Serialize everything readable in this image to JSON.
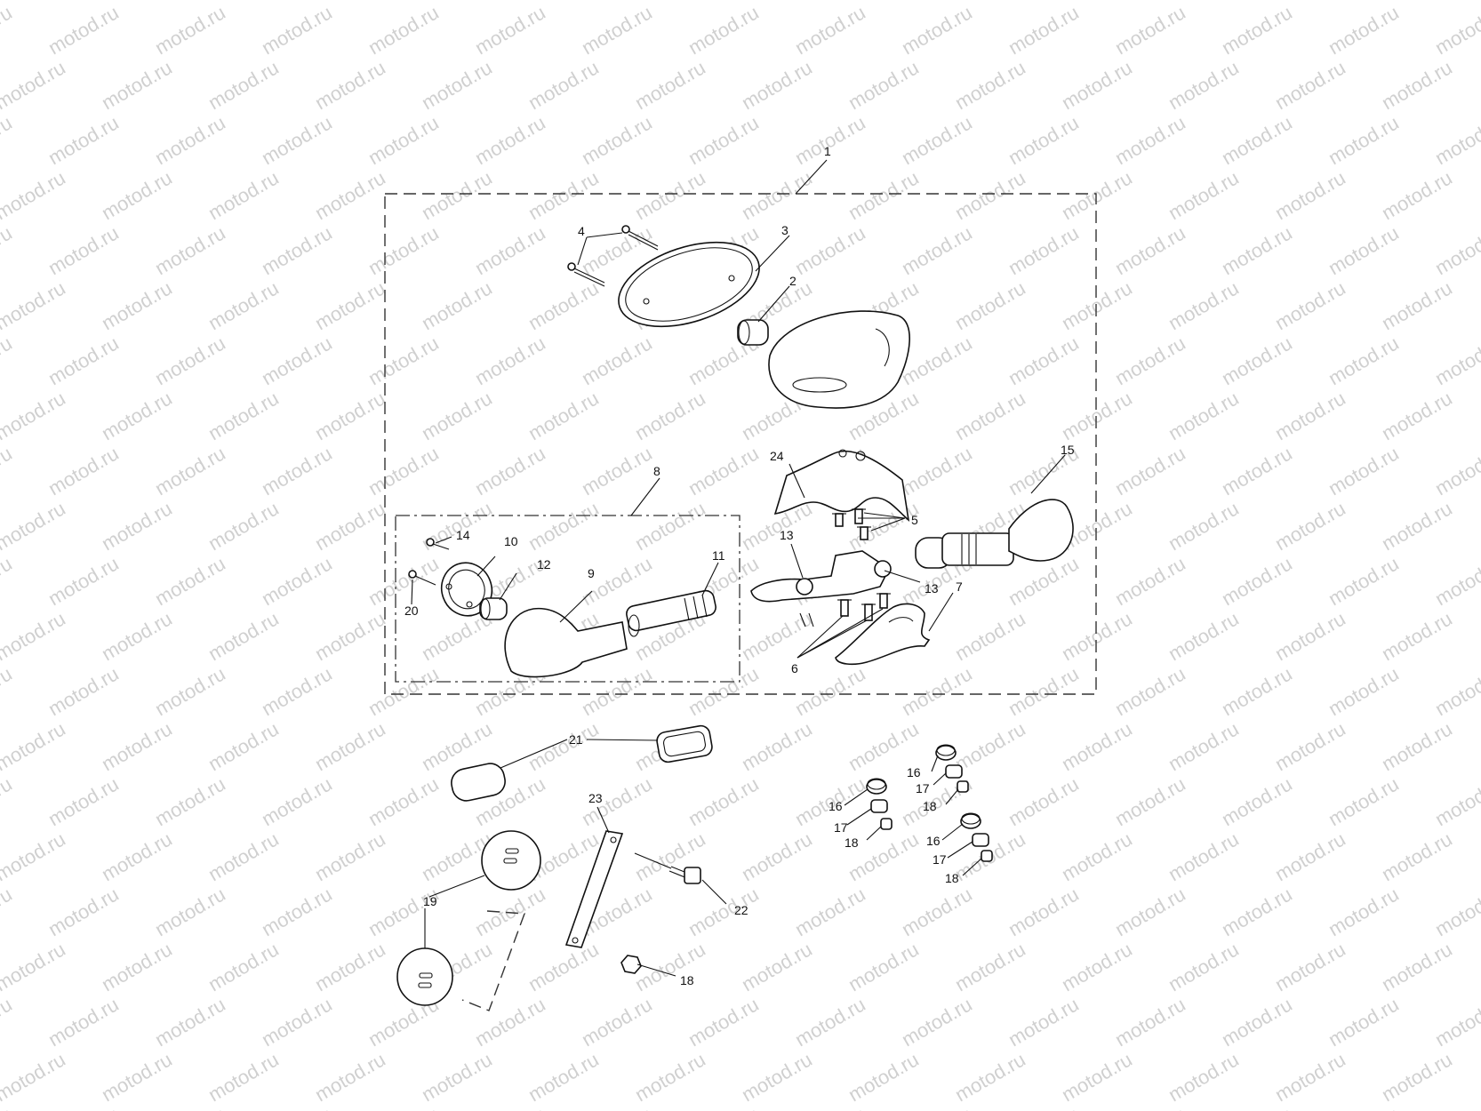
{
  "watermark": {
    "text": "motod.ru",
    "color": "#d0d0d0"
  },
  "callouts": {
    "c1": "1",
    "c2": "2",
    "c3": "3",
    "c4": "4",
    "c5": "5",
    "c6": "6",
    "c7": "7",
    "c8": "8",
    "c9": "9",
    "c10": "10",
    "c11": "11",
    "c12": "12",
    "c13a": "13",
    "c13b": "13",
    "c14": "14",
    "c15": "15",
    "c16a": "16",
    "c16b": "16",
    "c16c": "16",
    "c17a": "17",
    "c17b": "17",
    "c17c": "17",
    "c18a": "18",
    "c18b": "18",
    "c18c": "18",
    "c18d": "18",
    "c19": "19",
    "c20": "20",
    "c21": "21",
    "c22": "22",
    "c23": "23",
    "c24": "24"
  }
}
